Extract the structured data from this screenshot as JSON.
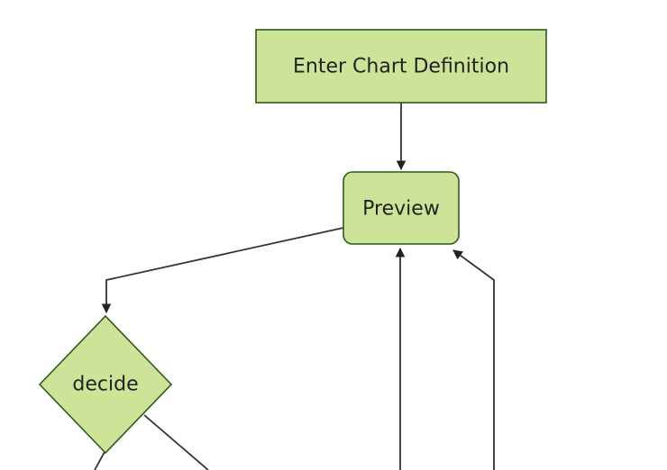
{
  "diagram": {
    "type": "flowchart",
    "direction": "top-down",
    "nodes": [
      {
        "id": "enter-chart-definition",
        "label": "Enter Chart Definition",
        "shape": "rectangle"
      },
      {
        "id": "preview",
        "label": "Preview",
        "shape": "rounded-rectangle"
      },
      {
        "id": "decide",
        "label": "decide",
        "shape": "diamond"
      }
    ],
    "edges": [
      {
        "from": "enter-chart-definition",
        "to": "preview",
        "style": "arrow"
      },
      {
        "from": "preview",
        "to": "decide",
        "style": "arrow"
      },
      {
        "from": "off-screen-bottom",
        "to": "preview",
        "style": "arrow"
      },
      {
        "from": "off-screen-bottom-right",
        "to": "preview",
        "style": "arrow"
      },
      {
        "from": "decide",
        "to": "off-screen-bottom-left",
        "style": "line"
      },
      {
        "from": "decide",
        "to": "off-screen-bottom-right",
        "style": "line"
      }
    ]
  },
  "colors": {
    "background": "#ffffff",
    "node_fill": "#cde498",
    "node_border": "#2d5a1b",
    "edge_stroke": "#333333",
    "arrowhead_fill": "#222222",
    "label_text": "#222222"
  }
}
